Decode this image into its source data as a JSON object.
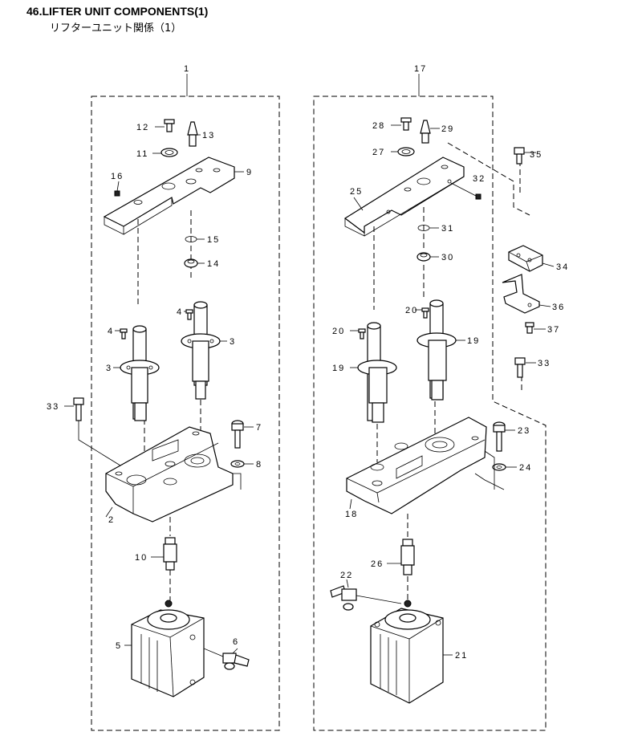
{
  "header": {
    "title": "46.LIFTER UNIT COMPONENTS(1)",
    "subtitle": "リフターユニット関係（1）"
  },
  "callouts": {
    "n1": "1",
    "n2": "2",
    "n3a": "3",
    "n3b": "3",
    "n4a": "4",
    "n4b": "4",
    "n5": "5",
    "n6": "6",
    "n7": "7",
    "n8": "8",
    "n9": "9",
    "n10": "10",
    "n11": "11",
    "n12": "12",
    "n13": "13",
    "n14": "14",
    "n15": "15",
    "n16": "16",
    "n17": "17",
    "n18": "18",
    "n19a": "19",
    "n19b": "19",
    "n20a": "20",
    "n20b": "20",
    "n21": "21",
    "n22": "22",
    "n23": "23",
    "n24": "24",
    "n25": "25",
    "n26": "26",
    "n27": "27",
    "n28": "28",
    "n29": "29",
    "n30": "30",
    "n31": "31",
    "n32": "32",
    "n33a": "33",
    "n33b": "33",
    "n34": "34",
    "n35": "35",
    "n36": "36",
    "n37": "37"
  }
}
